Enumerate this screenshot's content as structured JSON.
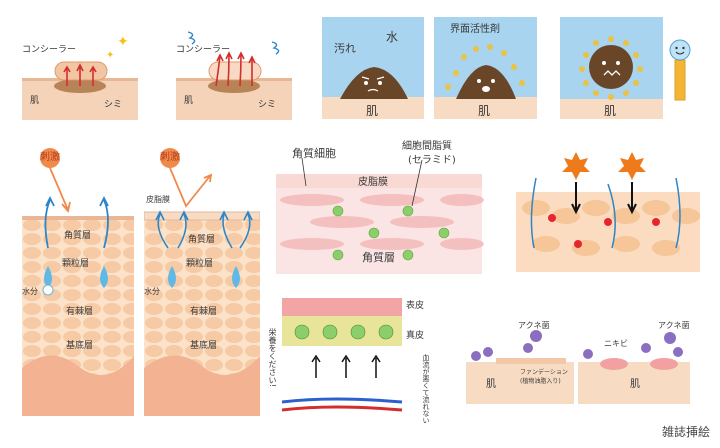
{
  "concealer_panel_1": {
    "concealer_label": "コンシーラー",
    "skin_label": "肌",
    "spot_label": "シミ"
  },
  "concealer_panel_2": {
    "concealer_label": "コンシーラー",
    "skin_label": "肌",
    "spot_label": "シミ"
  },
  "water_panel": {
    "dirt_label": "汚れ",
    "water_label": "水",
    "skin_label": "肌"
  },
  "surfactant_panel": {
    "surfactant_label": "界面活性剤",
    "skin_label": "肌"
  },
  "surfactant_panel_2": {
    "skin_label": "肌"
  },
  "skin_layer_panel_1": {
    "stimulus_label": "刺激",
    "layers": [
      "角質層",
      "顆粒層",
      "有棘層",
      "基底層"
    ],
    "water_label": "水分"
  },
  "skin_layer_panel_2": {
    "stimulus_label": "刺激",
    "sebum_label": "皮脂膜",
    "layers": [
      "角質層",
      "顆粒層",
      "有棘層",
      "基底層"
    ],
    "water_label": "水分"
  },
  "ceramide_panel": {
    "corneocyte_label": "角質細胞",
    "lipid_label": "細胞間脂質",
    "ceramide_label": "(セラミド)",
    "sebum_label": "皮脂膜",
    "stratum_label": "角質層"
  },
  "blood_panel": {
    "epidermis_label": "表皮",
    "dermis_label": "真皮",
    "nutrition_label": "栄養をください!",
    "flow_label": "血流が悪くて流れない"
  },
  "acne_panel_1": {
    "acne_bacteria_label": "アクネ菌",
    "skin_label": "肌",
    "foundation_label": "ファンデーション",
    "foundation_sub_label": "(植物油脂入り)"
  },
  "acne_panel_2": {
    "acne_bacteria_label": "アクネ菌",
    "pimple_label": "ニキビ",
    "skin_label": "肌"
  },
  "footer": {
    "caption": "雑誌挿絵"
  }
}
